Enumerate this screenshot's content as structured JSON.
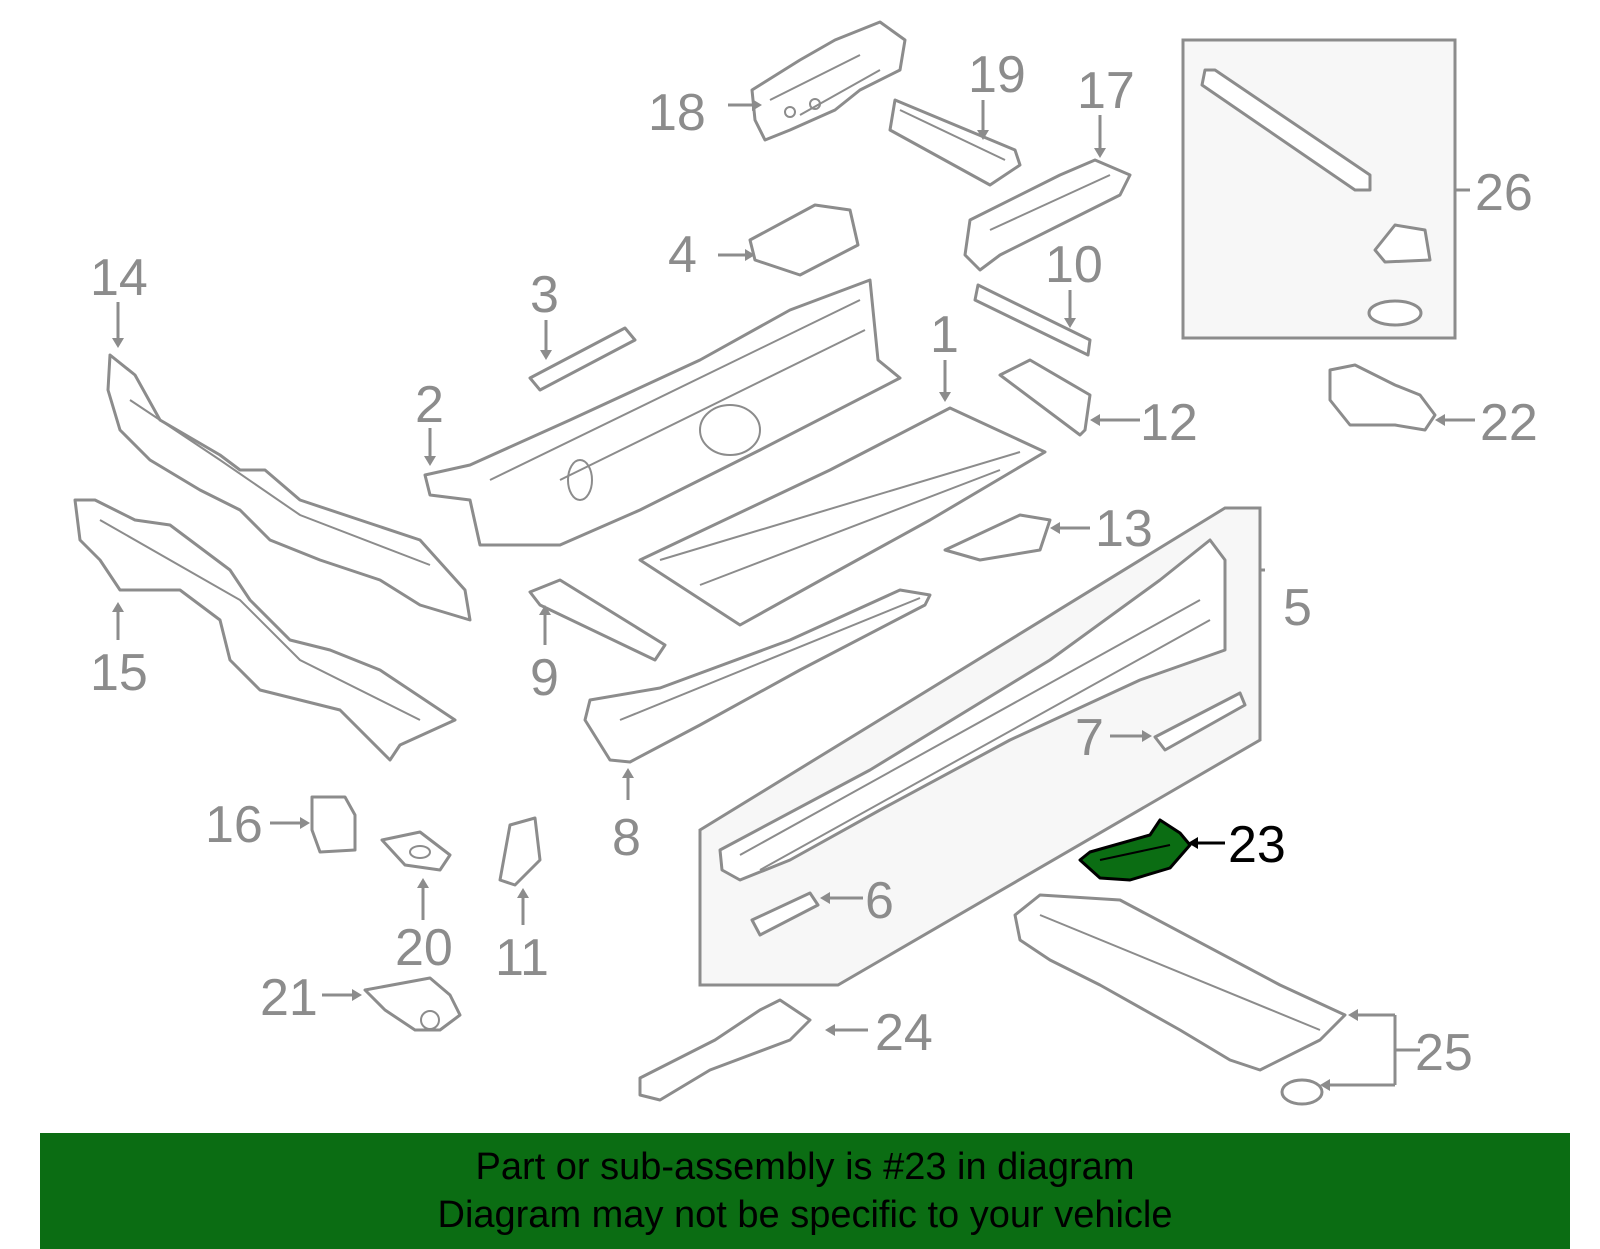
{
  "labels": {
    "l1": "1",
    "l2": "2",
    "l3": "3",
    "l4": "4",
    "l5": "5",
    "l6": "6",
    "l7": "7",
    "l8": "8",
    "l9": "9",
    "l10": "10",
    "l11": "11",
    "l12": "12",
    "l13": "13",
    "l14": "14",
    "l15": "15",
    "l16": "16",
    "l17": "17",
    "l18": "18",
    "l19": "19",
    "l20": "20",
    "l21": "21",
    "l22": "22",
    "l23": "23",
    "l24": "24",
    "l25": "25",
    "l26": "26"
  },
  "highlight": {
    "part_number": "23",
    "color": "#0b6d13"
  },
  "colors": {
    "line": "#8c8c8c",
    "banner": "#0b6d13",
    "highlight_text": "#000000"
  },
  "banner": {
    "line1": "Part or sub-assembly is #23 in diagram",
    "line2": "Diagram may not be specific to your vehicle"
  }
}
